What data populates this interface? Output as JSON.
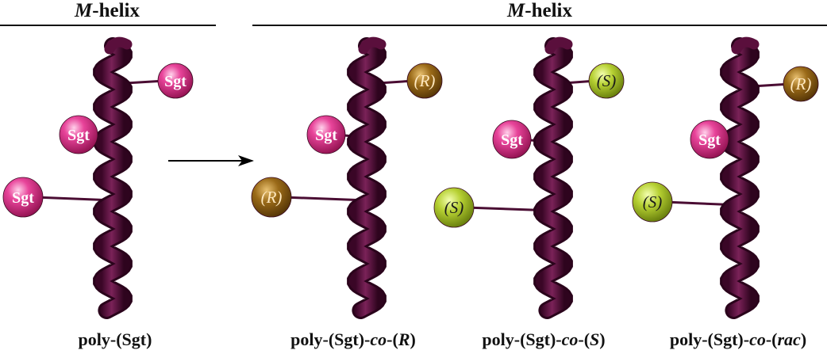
{
  "header_left": {
    "italic": "M",
    "rest": "-helix"
  },
  "header_right": {
    "italic": "M",
    "rest": "-helix"
  },
  "colors": {
    "helix": "#5a0f3c",
    "sgt": "#d6287a",
    "r_ball": "#8a5e12",
    "s_ball": "#a6c028",
    "tether": "#4a0d33"
  },
  "panels": [
    {
      "caption": {
        "pre": "poly-(Sgt)",
        "co": "",
        "mid": "",
        "tag": "",
        "post": ""
      },
      "balls": [
        {
          "text": "Sgt",
          "kind": "sgt",
          "italic": false
        },
        {
          "text": "Sgt",
          "kind": "sgt",
          "italic": false
        },
        {
          "text": "Sgt",
          "kind": "sgt",
          "italic": false
        }
      ]
    },
    {
      "caption": {
        "pre": "poly-(Sgt)-",
        "co": "co",
        "mid": "-(",
        "tag": "R",
        "post": ")"
      },
      "balls": [
        {
          "text": "(R)",
          "kind": "r",
          "italic": true
        },
        {
          "text": "Sgt",
          "kind": "sgt",
          "italic": false
        },
        {
          "text": "(R)",
          "kind": "r",
          "italic": true
        }
      ]
    },
    {
      "caption": {
        "pre": "poly-(Sgt)-",
        "co": "co",
        "mid": "-(",
        "tag": "S",
        "post": ")"
      },
      "balls": [
        {
          "text": "(S)",
          "kind": "s",
          "italic": true
        },
        {
          "text": "Sgt",
          "kind": "sgt",
          "italic": false
        },
        {
          "text": "(S)",
          "kind": "s",
          "italic": true
        }
      ]
    },
    {
      "caption": {
        "pre": "poly-(Sgt)-",
        "co": "co",
        "mid": "-(",
        "tag": "rac",
        "post": ")"
      },
      "balls": [
        {
          "text": "(R)",
          "kind": "r",
          "italic": true
        },
        {
          "text": "Sgt",
          "kind": "sgt",
          "italic": false
        },
        {
          "text": "(S)",
          "kind": "s",
          "italic": true
        }
      ]
    }
  ]
}
